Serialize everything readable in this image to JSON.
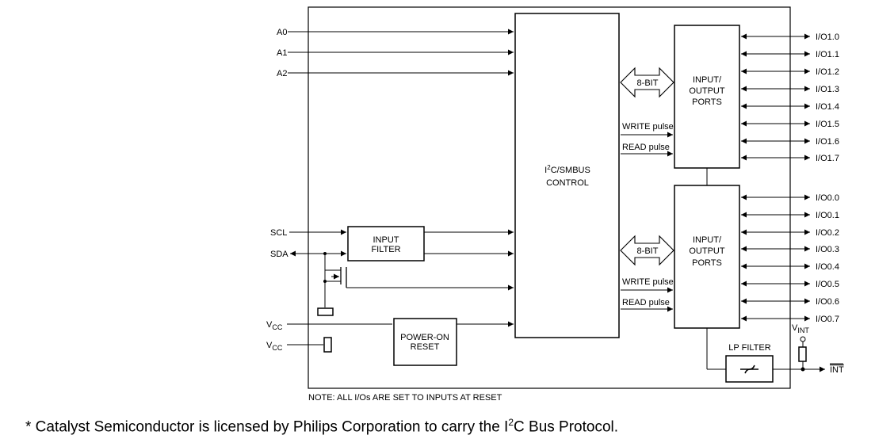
{
  "inputs": {
    "address": [
      "A0",
      "A1",
      "A2"
    ],
    "scl": "SCL",
    "sda": "SDA",
    "vcc_main": "V",
    "vcc_sub": "CC",
    "vcc2_main": "V",
    "vcc2_sub": "CC"
  },
  "blocks": {
    "control_line1_pre": "I",
    "control_line1_sup": "2",
    "control_line1_post": "C/SMBUS",
    "control_line2": "CONTROL",
    "input_filter_line1": "INPUT",
    "input_filter_line2": "FILTER",
    "power_on_line1": "POWER-ON",
    "power_on_line2": "RESET",
    "port1_line1": "INPUT/",
    "port1_line2": "OUTPUT",
    "port1_line3": "PORTS",
    "port0_line1": "INPUT/",
    "port0_line2": "OUTPUT",
    "port0_line3": "PORTS",
    "lp_filter": "LP FILTER",
    "bus_width_top": "8-BIT",
    "bus_width_bottom": "8-BIT"
  },
  "signals": {
    "write_top": "WRITE pulse",
    "read_top": "READ pulse",
    "write_bottom": "WRITE pulse",
    "read_bottom": "READ pulse",
    "vint_main": "V",
    "vint_sub": "INT",
    "int_out": "INT"
  },
  "io1": [
    "I/O1.0",
    "I/O1.1",
    "I/O1.2",
    "I/O1.3",
    "I/O1.4",
    "I/O1.5",
    "I/O1.6",
    "I/O1.7"
  ],
  "io0": [
    "I/O0.0",
    "I/O0.1",
    "I/O0.2",
    "I/O0.3",
    "I/O0.4",
    "I/O0.5",
    "I/O0.6",
    "I/O0.7"
  ],
  "note": "NOTE: ALL I/Os ARE SET TO INPUTS AT RESET",
  "footer": {
    "pre": "* Catalyst Semiconductor is licensed by Philips Corporation to carry the I",
    "sup": "2",
    "post": "C Bus Protocol."
  }
}
